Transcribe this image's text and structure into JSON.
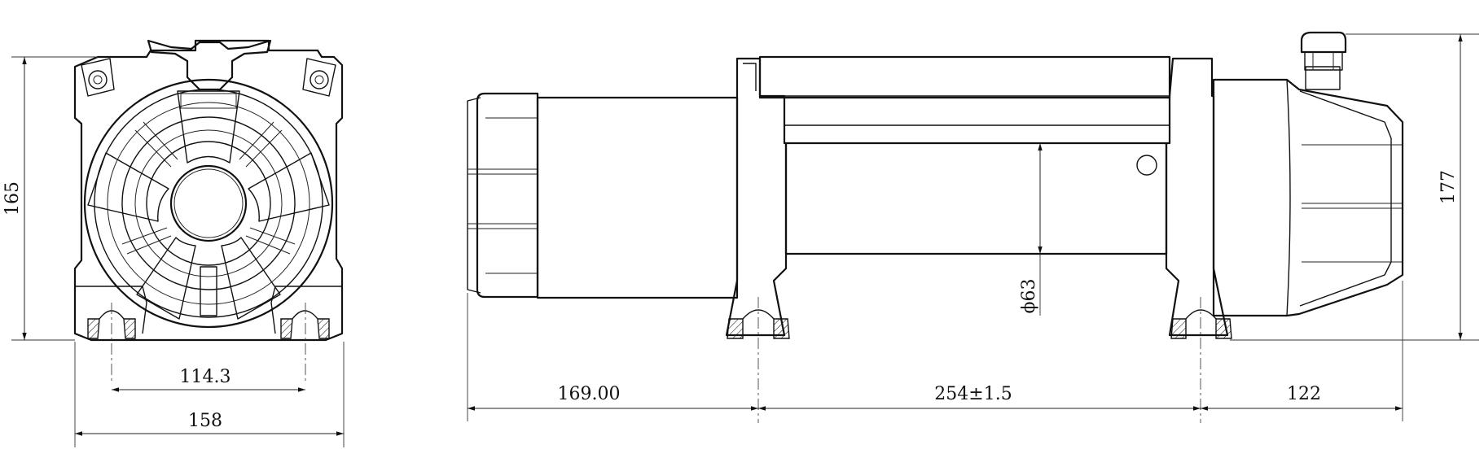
{
  "drawing": {
    "front_view": {
      "dim_height": "165",
      "dim_bolt_spacing": "114.3",
      "dim_width": "158"
    },
    "side_view": {
      "dim_drum_diameter": "ϕ63",
      "dim_height": "177",
      "dim_left_length": "169.00",
      "dim_foot_spacing": "254±1.5",
      "dim_right_length": "122"
    }
  }
}
